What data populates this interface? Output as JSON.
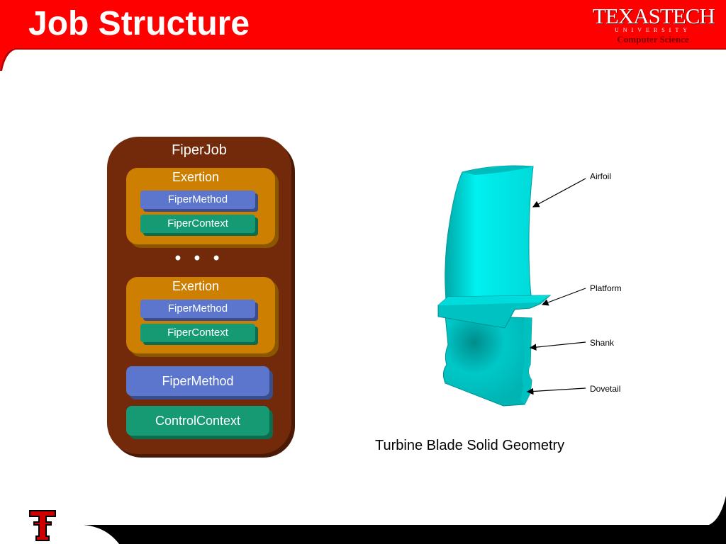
{
  "header": {
    "title": "Job Structure",
    "logo_main": "TEXASTECH",
    "logo_sub": "UNIVERSITY",
    "logo_dept": "Computer Science"
  },
  "diagram": {
    "job_label": "FiperJob",
    "exertions": [
      {
        "label": "Exertion",
        "method": "FiperMethod",
        "context": "FiperContext"
      },
      {
        "label": "Exertion",
        "method": "FiperMethod",
        "context": "FiperContext"
      }
    ],
    "ellipsis": "• • •",
    "method": "FiperMethod",
    "control_context": "ControlContext"
  },
  "blade": {
    "callouts": {
      "airfoil": "Airfoil",
      "platform": "Platform",
      "shank": "Shank",
      "dovetail": "Dovetail"
    },
    "caption": "Turbine Blade Solid Geometry"
  },
  "colors": {
    "header_red": "#ff0000",
    "job_brown": "#732a0b",
    "exertion_orange": "#cc7f00",
    "method_blue": "#5b76cc",
    "context_green": "#169a73",
    "blade_cyan": "#00e6e6"
  }
}
